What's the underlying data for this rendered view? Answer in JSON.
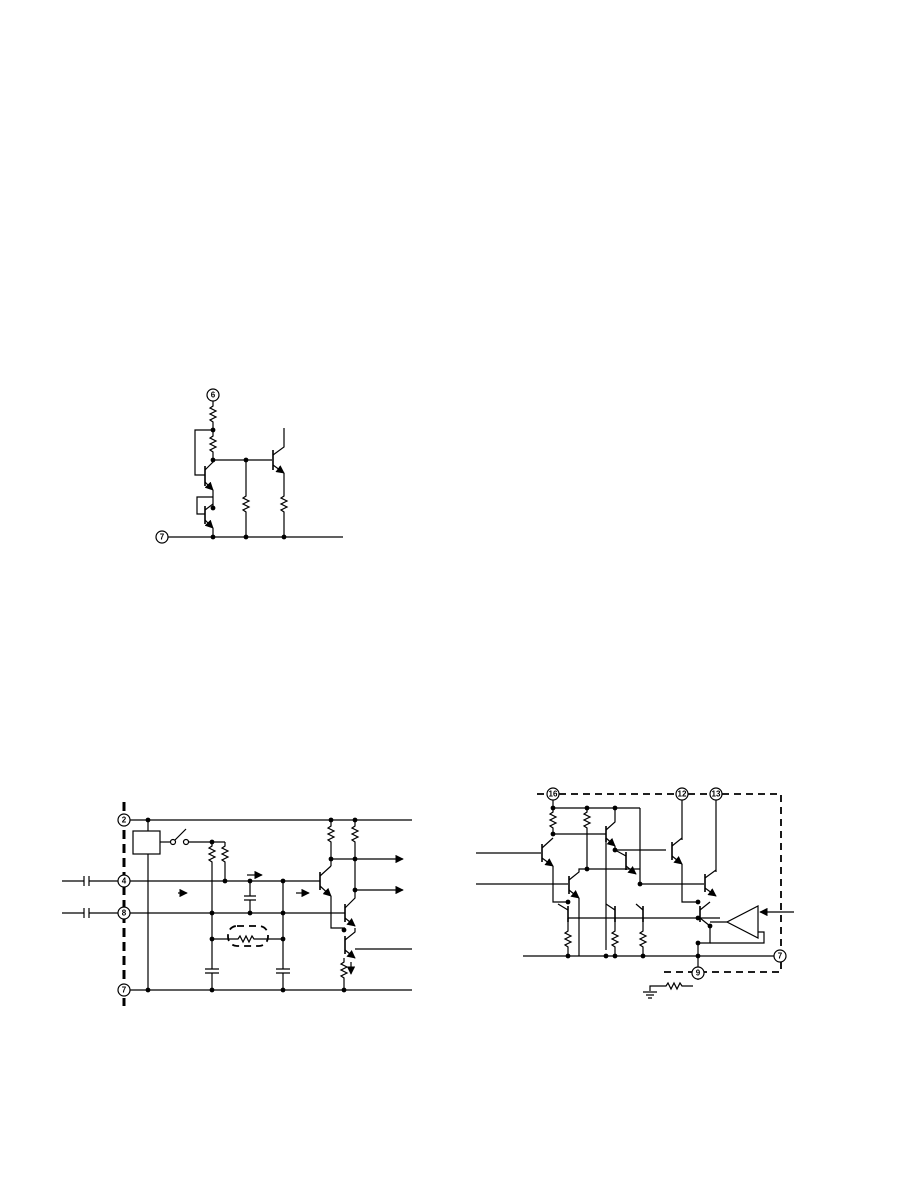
{
  "figure1": {
    "pins": {
      "top": "6",
      "left": "7"
    }
  },
  "figure2": {
    "pins": {
      "p2": "2",
      "p4": "4",
      "p8": "8",
      "p7": "7"
    }
  },
  "figure3": {
    "pins": {
      "p16": "16",
      "p12": "12",
      "p13": "13",
      "p7": "7",
      "p9": "9"
    }
  }
}
